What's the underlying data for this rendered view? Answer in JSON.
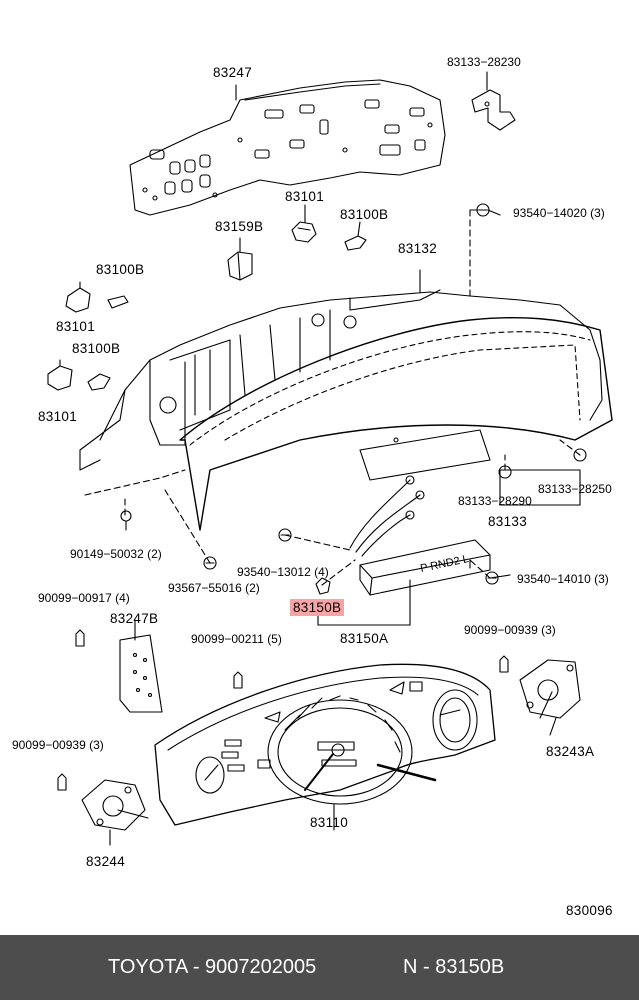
{
  "brand_color": "#f7a4a4",
  "footer_bg": "#4d4d4d",
  "labels": {
    "p83247": "83247",
    "p83133_28230": "83133−28230",
    "p83101_top": "83101",
    "p83100B_top": "83100B",
    "p93540_14020": "93540−14020 (3)",
    "p83159B": "83159B",
    "p83132": "83132",
    "p83100B_mid": "83100B",
    "p83101_mid": "83101",
    "p83100B_low": "83100B",
    "p83101_low": "83101",
    "p83133_28290": "83133−28290",
    "p83133_28250": "83133−28250",
    "p83133": "83133",
    "p90149_50032": "90149−50032 (2)",
    "p93540_13012": "93540−13012 (4)",
    "p93567_55016": "93567−55016 (2)",
    "p93540_14010": "93540−14010 (3)",
    "p90099_00917": "90099−00917 (4)",
    "p83150B": "83150B",
    "p83150A": "83150A",
    "p83247B": "83247B",
    "p90099_00211": "90099−00211 (5)",
    "p90099_00939_r": "90099−00939 (3)",
    "p83243A": "83243A",
    "p90099_00939_l": "90099−00939 (3)",
    "p83110": "83110",
    "p83244": "83244",
    "diagram_no": "830096"
  },
  "shift_indicator": "P RND2 L",
  "footer": {
    "brand": "TOYOTA - 9007202005",
    "part": "N - 83150B"
  }
}
